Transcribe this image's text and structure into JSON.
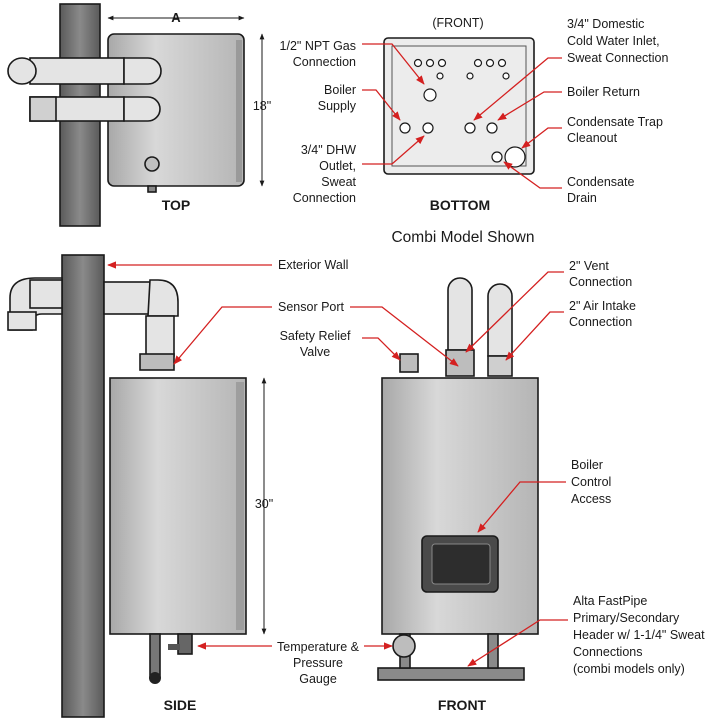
{
  "colors": {
    "leader": "#d42020",
    "wall": "#6e6e6e",
    "boiler_fill": "#c9c9c9",
    "pipe_fill": "#e4e4e4",
    "outline": "#1a1a1a"
  },
  "views": {
    "top": "TOP",
    "bottom": "BOTTOM",
    "bottom_front_note": "(FRONT)",
    "side": "SIDE",
    "front": "FRONT"
  },
  "dimensions": {
    "width": "A",
    "depth": "18\"",
    "height": "30\""
  },
  "caption": "Combi Model Shown",
  "labels": {
    "gas": [
      "1/2\" NPT Gas",
      "Connection"
    ],
    "boiler_supply": [
      "Boiler",
      "Supply"
    ],
    "dhw_outlet": [
      "3/4\" DHW",
      "Outlet,",
      "Sweat",
      "Connection"
    ],
    "cold_water": [
      "3/4\" Domestic",
      "Cold Water Inlet,",
      "Sweat Connection"
    ],
    "boiler_return": [
      "Boiler Return"
    ],
    "trap_cleanout": [
      "Condensate Trap",
      "Cleanout"
    ],
    "condensate_drain": [
      "Condensate",
      "Drain"
    ],
    "exterior_wall": [
      "Exterior Wall"
    ],
    "sensor_port": [
      "Sensor Port"
    ],
    "relief_valve": [
      "Safety Relief",
      "Valve"
    ],
    "vent": [
      "2\" Vent",
      "Connection"
    ],
    "air_intake": [
      "2\" Air Intake",
      "Connection"
    ],
    "control_access": [
      "Boiler",
      "Control",
      "Access"
    ],
    "header": [
      "Alta FastPipe",
      "Primary/Secondary",
      "Header w/ 1-1/4\" Sweat",
      "Connections",
      "(combi models only)"
    ],
    "gauge": [
      "Temperature &",
      "Pressure",
      "Gauge"
    ]
  }
}
